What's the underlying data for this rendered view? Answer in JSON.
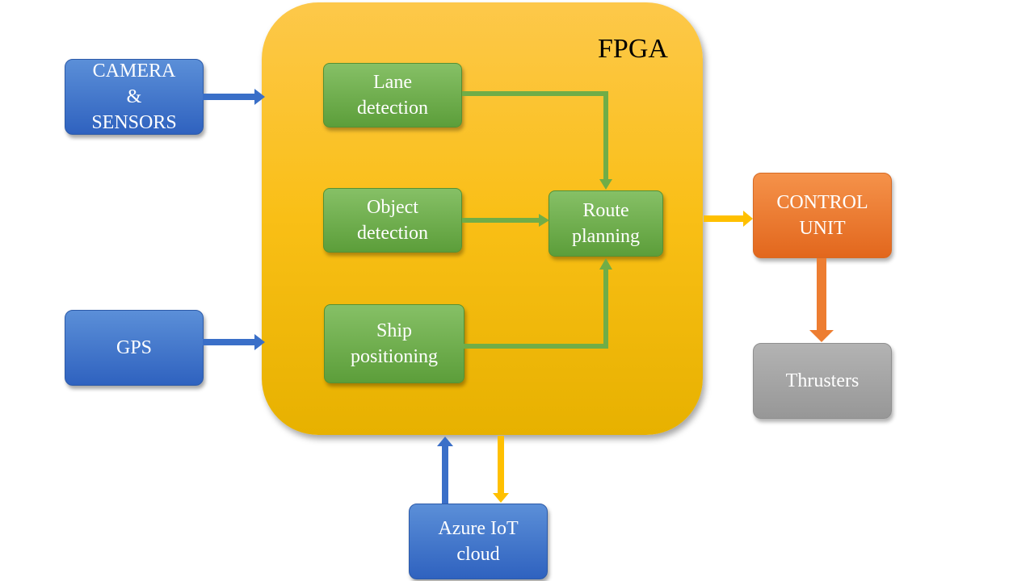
{
  "fpga": {
    "label": "FPGA"
  },
  "inputs": {
    "camera": [
      "CAMERA",
      "&",
      "SENSORS"
    ],
    "gps": "GPS"
  },
  "modules": {
    "lane": [
      "Lane",
      "detection"
    ],
    "object": [
      "Object",
      "detection"
    ],
    "ship": [
      "Ship",
      "positioning"
    ],
    "route": [
      "Route",
      "planning"
    ]
  },
  "outputs": {
    "control": [
      "CONTROL",
      "UNIT"
    ],
    "thrusters": "Thrusters"
  },
  "cloud": [
    "Azure IoT",
    "cloud"
  ],
  "colors": {
    "blue": "#3a6fc8",
    "green": "#70ad47",
    "orange": "#ed7d31",
    "gray": "#a5a5a5",
    "yellow": "#ffc000"
  }
}
